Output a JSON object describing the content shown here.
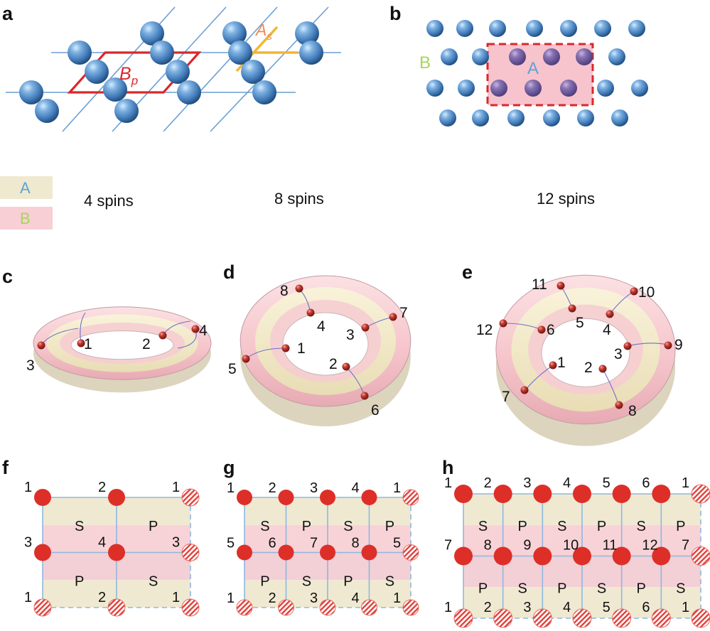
{
  "panels": {
    "a": "a",
    "b": "b",
    "c": "c",
    "d": "d",
    "e": "e",
    "f": "f",
    "g": "g",
    "h": "h"
  },
  "panel_a": {
    "plaquette_label": "B",
    "plaquette_sub": "p",
    "star_label": "A",
    "star_sub": "s"
  },
  "panel_b": {
    "region_outer": "B",
    "region_inner": "A"
  },
  "legend": {
    "a_label": "A",
    "b_label": "B",
    "a_color": "#efe9cf",
    "b_color": "#f8cfd4",
    "a_text_color": "#5fa3d8",
    "b_text_color": "#a8d45a"
  },
  "spin_counts": [
    "4 spins",
    "8 spins",
    "12 spins"
  ],
  "colors": {
    "plaquette": "#d9282c",
    "star": "#f2b632",
    "star_text": "#f08a4b",
    "lattice_line": "#6b9fd3",
    "spin_red": "#d9282c"
  },
  "torus_c": {
    "labels": [
      "1",
      "2",
      "3",
      "4"
    ]
  },
  "torus_d": {
    "labels": [
      "1",
      "2",
      "3",
      "4",
      "5",
      "6",
      "7",
      "8"
    ]
  },
  "torus_e": {
    "labels": [
      "1",
      "2",
      "3",
      "4",
      "5",
      "6",
      "7",
      "8",
      "9",
      "10",
      "11",
      "12"
    ]
  },
  "grid_f": {
    "cols": 2,
    "top": [
      "1",
      "2",
      "1"
    ],
    "mid": [
      "3",
      "4",
      "3"
    ],
    "bottom": [
      "1",
      "2",
      "1"
    ],
    "upper_cells": [
      "S",
      "P"
    ],
    "lower_cells": [
      "P",
      "S"
    ]
  },
  "grid_g": {
    "cols": 4,
    "top": [
      "1",
      "2",
      "3",
      "4",
      "1"
    ],
    "mid": [
      "5",
      "6",
      "7",
      "8",
      "5"
    ],
    "bottom": [
      "1",
      "2",
      "3",
      "4",
      "1"
    ],
    "upper_cells": [
      "S",
      "P",
      "S",
      "P"
    ],
    "lower_cells": [
      "P",
      "S",
      "P",
      "S"
    ]
  },
  "grid_h": {
    "cols": 6,
    "top": [
      "1",
      "2",
      "3",
      "4",
      "5",
      "6",
      "1"
    ],
    "mid": [
      "7",
      "8",
      "9",
      "10",
      "11",
      "12",
      "7"
    ],
    "bottom": [
      "1",
      "2",
      "3",
      "4",
      "5",
      "6",
      "1"
    ],
    "upper_cells": [
      "S",
      "P",
      "S",
      "P",
      "S",
      "P"
    ],
    "lower_cells": [
      "P",
      "S",
      "P",
      "S",
      "P",
      "S"
    ]
  }
}
